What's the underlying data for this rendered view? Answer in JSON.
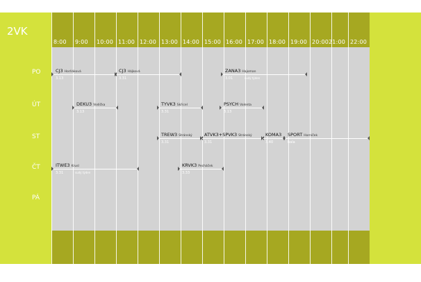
{
  "class_name": "2VK",
  "hours": [
    "8:00",
    "9:00",
    "10:00",
    "11:00",
    "12:00",
    "13:00",
    "14:00",
    "15:00",
    "16:00",
    "17:00",
    "18:00",
    "19:00",
    "20:00",
    "21:00",
    "22:00"
  ],
  "days": [
    "PO",
    "ÚT",
    "ST",
    "ČT",
    "PÁ"
  ],
  "events": {
    "po_cj3_a": {
      "subject": "CJ3",
      "teacher": "Horňáková",
      "room": "3.13",
      "note": ""
    },
    "po_cj3_b": {
      "subject": "CJ3",
      "teacher": "Hájková",
      "room": "3.31",
      "note": ""
    },
    "po_zana3": {
      "subject": "ZANA3",
      "teacher": "Hajoman",
      "room": "3.01",
      "note": "sudý týden"
    },
    "ut_deku3": {
      "subject": "DEKU3",
      "teacher": "Vodička",
      "room": "3.13",
      "note": ""
    },
    "ut_tyvk3": {
      "subject": "TYVK3",
      "teacher": "Skřicel",
      "room": "3.31",
      "note": ""
    },
    "ut_psych": {
      "subject": "PSYCH",
      "teacher": "Valenta",
      "room": "3.13",
      "note": ""
    },
    "st_trew3": {
      "subject": "TREW3",
      "teacher": "Stránský",
      "room": "3.31",
      "note": ""
    },
    "st_atvk3": {
      "subject": "ATVK3+SPVK3",
      "teacher": "Stránský",
      "room": "3.31",
      "note": ""
    },
    "st_koma3": {
      "subject": "KOMA3",
      "teacher": "",
      "room": "3.40",
      "note": ""
    },
    "st_sport": {
      "subject": "SPORT",
      "teacher": "Horníček",
      "room": "hala",
      "note": ""
    },
    "ct_itwe3": {
      "subject": "ITWE3",
      "teacher": "Krusl",
      "room": "3.31",
      "note": "sudý týden"
    },
    "ct_krvk3": {
      "subject": "KRVK3",
      "teacher": "Pecháček",
      "room": "3.33",
      "note": ""
    }
  },
  "colors": {
    "lime": "#d4e23c",
    "olive": "#a6a821",
    "grid": "#d3d3d3",
    "line": "#ffffff"
  }
}
